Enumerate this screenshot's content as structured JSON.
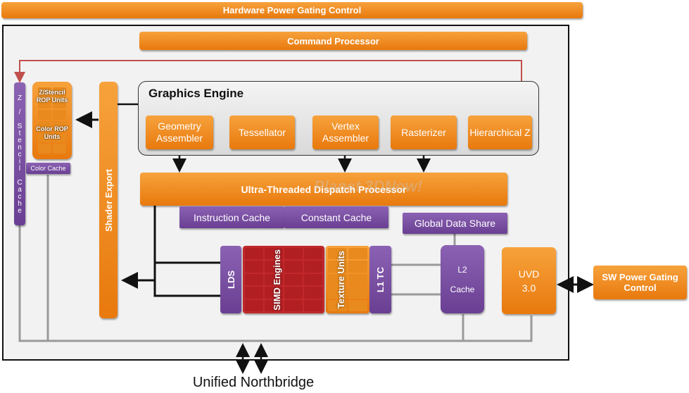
{
  "top_bar": "Hardware Power Gating Control",
  "command_processor": "Command Processor",
  "graphics_engine": {
    "title": "Graphics Engine",
    "blocks": [
      "Geometry Assembler",
      "Tessellator",
      "Vertex Assembler",
      "Rasterizer",
      "Hierarchical Z"
    ]
  },
  "z_stencil_cache": "Z / Stencil Cache",
  "z_stencil_rop": "Z/Stencil ROP Units",
  "color_rop": "Color ROP Units",
  "color_cache": "Color Cache",
  "shader_export": "Shader Export",
  "dispatch": "Ultra-Threaded Dispatch Processor",
  "instruction_cache": "Instruction Cache",
  "constant_cache": "Constant Cache",
  "global_data_share": "Global Data Share",
  "lds": "LDS",
  "simd": "SIMD Engines",
  "texture_units": "Texture Units",
  "l1_tc": "L1 TC",
  "l2_cache": "L2 Cache",
  "uvd": "UVD 3.0",
  "sw_power": "SW Power Gating Control",
  "northbridge": "Unified Northbridge",
  "colors": {
    "orange": "#f0901f",
    "purple": "#7a51a3",
    "red": "#c0282c",
    "red_line": "#c0504d",
    "gray_line": "#9a9a9a",
    "panel_bg": "#f2f2f2"
  },
  "watermark": "Planet 3DNow!"
}
